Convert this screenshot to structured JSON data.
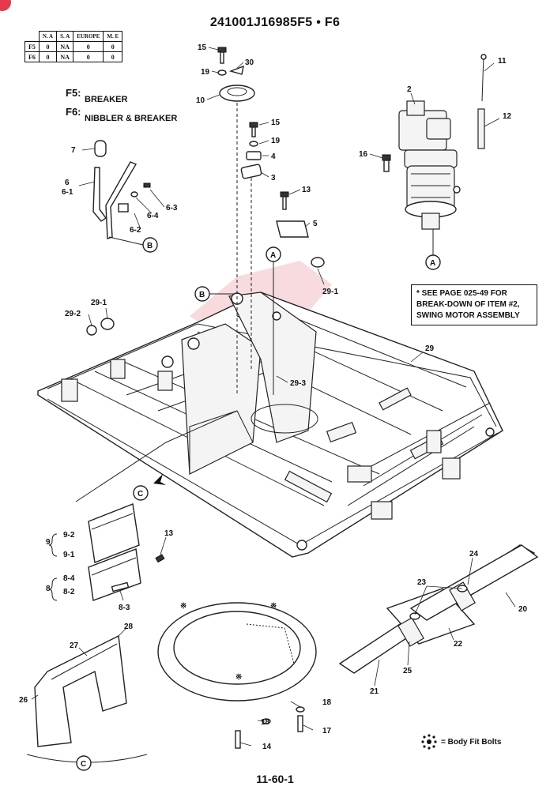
{
  "document": {
    "title": "241001J16985F5 • F6",
    "page_number": "11-60-1"
  },
  "variant_table": {
    "headers": [
      "N. A",
      "S. A",
      "EUROPE",
      "M. E"
    ],
    "rows": [
      {
        "code": "F5",
        "values": [
          "0",
          "NA",
          "0",
          "0"
        ]
      },
      {
        "code": "F6",
        "values": [
          "0",
          "NA",
          "0",
          "0"
        ]
      }
    ]
  },
  "variants": [
    {
      "code": "F5:",
      "description": "BREAKER"
    },
    {
      "code": "F6:",
      "description": "NIBBLER & BREAKER"
    }
  ],
  "note": {
    "lines": [
      "* SEE PAGE 025-49 FOR",
      "BREAK-DOWN OF ITEM #2,",
      "SWING MOTOR ASSEMBLY"
    ]
  },
  "legend": {
    "symbol_icon": "body-fit-bolt-symbol-icon",
    "label": "= Body Fit Bolts"
  },
  "callouts": {
    "p15a": "15",
    "p30": "30",
    "p19a": "19",
    "p10": "10",
    "p15b": "15",
    "p19b": "19",
    "p4": "4",
    "p3": "3",
    "p13a": "13",
    "p5": "5",
    "p2": "2",
    "p11": "11",
    "p12": "12",
    "p16": "16",
    "p7": "7",
    "p6": "6",
    "p6_1": "6-1",
    "p6_2": "6-2",
    "p6_3": "6-3",
    "p6_4": "6-4",
    "p29_1a": "29-1",
    "p29_1b": "29-1",
    "p29_2": "29-2",
    "p29_3": "29-3",
    "p29": "29",
    "p9": "9",
    "p9_2": "9-2",
    "p9_1": "9-1",
    "p8": "8",
    "p8_4": "8-4",
    "p8_2": "8-2",
    "p8_3": "8-3",
    "p13b": "13",
    "p28": "28",
    "p27": "27",
    "p26": "26",
    "p18a": "18",
    "p18b": "18",
    "p17": "17",
    "p14": "14",
    "p24": "24",
    "p23": "23",
    "p20": "20",
    "p22": "22",
    "p25": "25",
    "p21": "21"
  },
  "ref_markers": {
    "a1": "A",
    "a2": "A",
    "b1": "B",
    "b2": "B",
    "c1": "C",
    "c2": "C"
  },
  "ring_marks": {
    "m1": "※",
    "m2": "※",
    "m3": "※"
  }
}
